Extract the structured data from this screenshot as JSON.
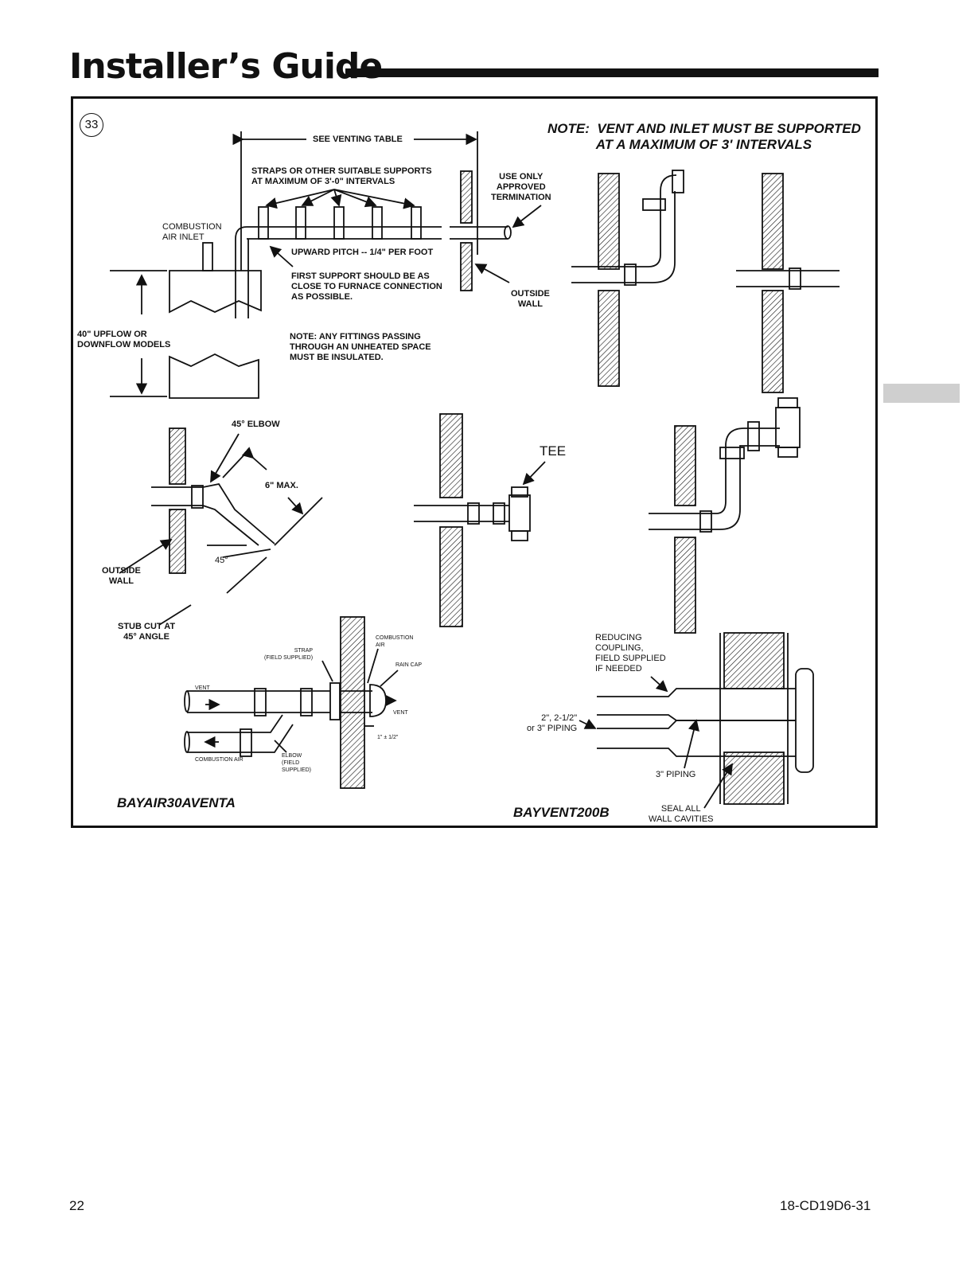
{
  "header": {
    "title": "Installer’s Guide"
  },
  "figure": {
    "number": "33",
    "note": "NOTE:  VENT AND INLET MUST BE SUPPORTED\n             AT A MAXIMUM OF 3' INTERVALS",
    "labels": {
      "see_venting_table": "SEE VENTING TABLE",
      "straps": "STRAPS OR OTHER SUITABLE SUPPORTS\nAT MAXIMUM OF 3'-0\" INTERVALS",
      "use_only": "USE ONLY\nAPPROVED\nTERMINATION",
      "combustion_air_inlet": "COMBUSTION\nAIR INLET",
      "upward_pitch": "UPWARD PITCH -- 1/4\" PER FOOT",
      "first_support": "FIRST SUPPORT SHOULD BE AS\nCLOSE TO FURNACE CONNECTION\nAS POSSIBLE.",
      "outside_wall_top": "OUTSIDE\nWALL",
      "models_40": "40\" UPFLOW OR\nDOWNFLOW MODELS",
      "note_fittings": "NOTE: ANY FITTINGS PASSING\nTHROUGH AN UNHEATED SPACE\nMUST BE INSULATED.",
      "elbow_45": "45° ELBOW",
      "max_6": "6\" MAX.",
      "angle_45": "45°",
      "outside_wall_left": "OUTSIDE\nWALL",
      "stub_cut": "STUB CUT AT\n45° ANGLE",
      "tee": "TEE",
      "strap": "STRAP\n(FIELD SUPPLIED)",
      "combustion_air_small": "COMBUSTION\nAIR",
      "rain_cap": "RAIN CAP",
      "vent_left": "VENT",
      "vent_right": "VENT",
      "clearance": "1\" ± 1/2\"",
      "combustion_air_bottom": "COMBUSTION AIR",
      "elbow_field": "ELBOW\n(FIELD\nSUPPLIED)",
      "reducing": "REDUCING\nCOUPLING,\nFIELD SUPPLIED\nIF NEEDED",
      "piping_sizes": "2\", 2-1/2\"\nor 3\" PIPING",
      "piping_3": "3\" PIPING",
      "seal": "SEAL ALL\nWALL CAVITIES"
    },
    "models": {
      "left": "BAYAIR30AVENTA",
      "right": "BAYVENT200B"
    }
  },
  "footer": {
    "page_number": "22",
    "doc_code": "18-CD19D6-31"
  }
}
